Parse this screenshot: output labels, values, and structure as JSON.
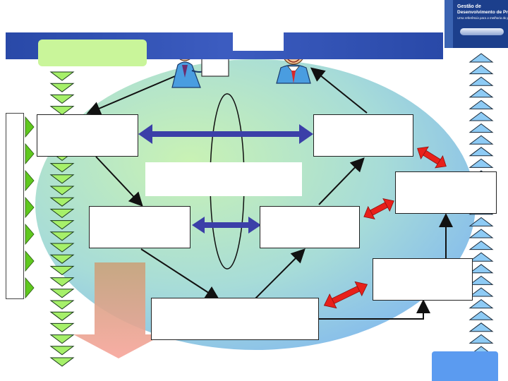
{
  "diagram": {
    "header_logo": {
      "lines": [
        "Gestão de",
        "Desenvolvimento de Produtos",
        "Uma referência para a melhoria do processo"
      ]
    },
    "persons": [
      {
        "name": "presenter",
        "icon": "man-presenting-icon"
      },
      {
        "name": "customer",
        "icon": "smiling-man-icon"
      }
    ],
    "colors": {
      "banner": "#3452b4",
      "ellipse_start": "#bff0b0",
      "ellipse_end": "#8cc0f4",
      "green_label": "#c9f59a",
      "blue_corner": "#5b9bf0",
      "double_arrow_blue": "#3b3fa8",
      "double_arrow_red": "#e8201a",
      "triangle_fill": "#a6f06a",
      "triangle_fill_right": "#8ecbf5",
      "big_arrow": "#f2a48c"
    }
  }
}
